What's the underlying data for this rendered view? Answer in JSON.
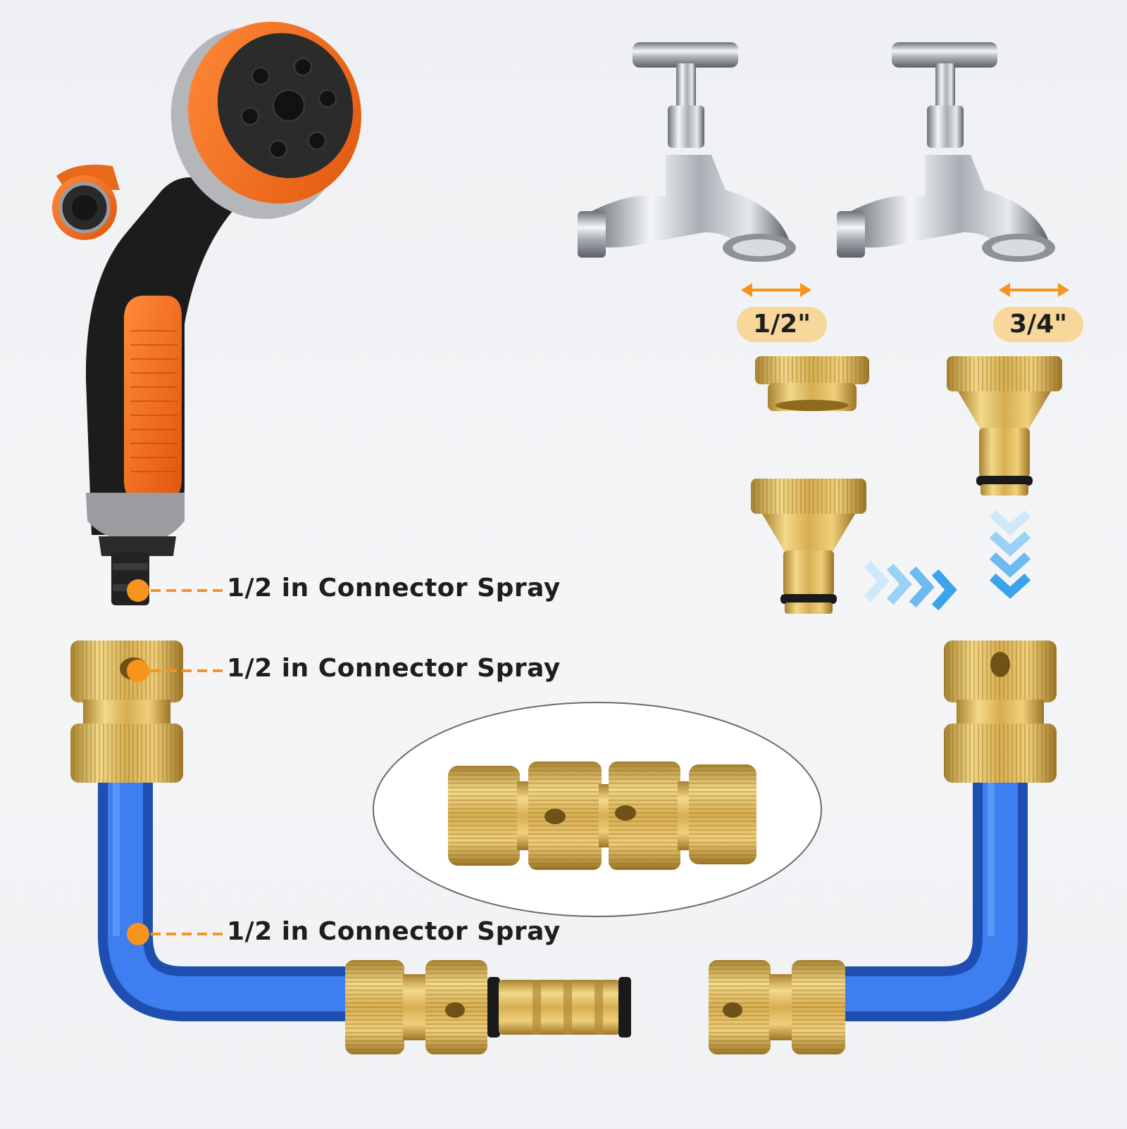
{
  "colors": {
    "accent_orange": "#f7941d",
    "badge_fill": "#f7d79a",
    "hose_blue": "#2a6ad8",
    "brass": "#d9b45a",
    "arrow_blue": "#49aef0"
  },
  "callouts": [
    {
      "text": "1/2 in Connector Spray"
    },
    {
      "text": "1/2 in Connector Spray"
    },
    {
      "text": "1/2 in Connector Spray"
    }
  ],
  "faucets": [
    {
      "size": "1/2\""
    },
    {
      "size": "3/4\""
    }
  ],
  "icons": [
    "spray-nozzle-icon",
    "faucet-icon",
    "brass-connector-icon",
    "blue-hose-icon",
    "double-headed-arrow-icon",
    "chevron-arrow-icon"
  ]
}
